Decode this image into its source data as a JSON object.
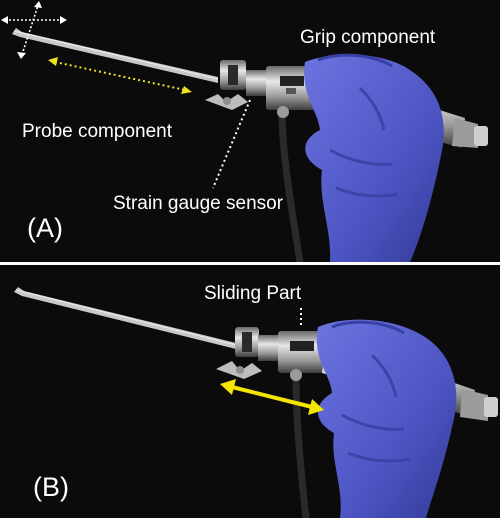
{
  "panel_a": {
    "letter": "(A)",
    "labels": {
      "grip": "Grip component",
      "probe": "Probe component",
      "sensor": "Strain gauge sensor"
    }
  },
  "panel_b": {
    "letter": "(B)",
    "labels": {
      "sliding": "Sliding Part"
    }
  },
  "colors": {
    "background": "#0b0b0b",
    "text": "#ffffff",
    "glove": "#4f58c8",
    "metal": "#b9b9b9",
    "double_arrow": "#f5e600",
    "dotted_arrow": "#f0e020",
    "dotted_callout": "#ffffff"
  },
  "icons": [
    "four-way-arrow-icon",
    "double-headed-arrow-icon"
  ]
}
